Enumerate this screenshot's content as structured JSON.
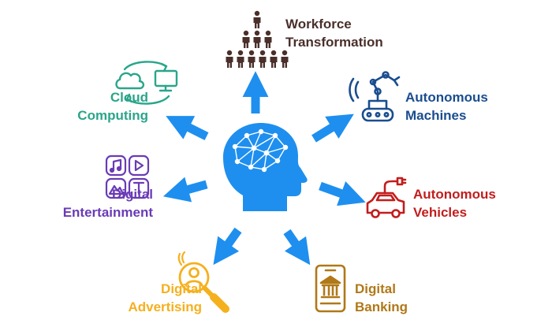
{
  "colors": {
    "center": "#1e8fef",
    "workforce": "#4a2f2a",
    "machines": "#1a4d8f",
    "vehicles": "#c21d1d",
    "banking": "#b07818",
    "advertising": "#f5b01e",
    "entertainment": "#6a3bb5",
    "cloud": "#2aa58a"
  },
  "center": {
    "icon": "brain-network-head-icon"
  },
  "nodes": [
    {
      "key": "workforce",
      "icon": "people-pyramid-icon",
      "lines": [
        "Workforce",
        "Transformation"
      ]
    },
    {
      "key": "machines",
      "icon": "robot-arm-icon",
      "lines": [
        "Autonomous",
        "Machines"
      ]
    },
    {
      "key": "vehicles",
      "icon": "electric-car-icon",
      "lines": [
        "Autonomous",
        "Vehicles"
      ]
    },
    {
      "key": "banking",
      "icon": "mobile-bank-icon",
      "lines": [
        "Digital",
        "Banking"
      ]
    },
    {
      "key": "advertising",
      "icon": "user-magnifier-icon",
      "lines": [
        "Digital",
        "Advertising"
      ]
    },
    {
      "key": "entertainment",
      "icon": "media-tiles-icon",
      "lines": [
        "Digital",
        "Entertainment"
      ]
    },
    {
      "key": "cloud",
      "icon": "cloud-sync-icon",
      "lines": [
        "Cloud",
        "Computing"
      ]
    }
  ]
}
